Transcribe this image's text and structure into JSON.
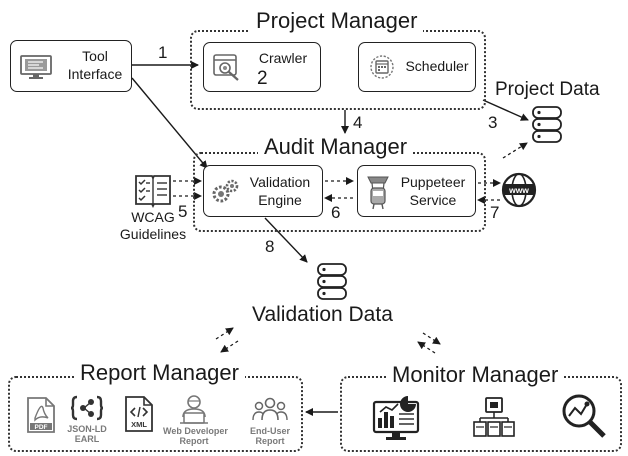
{
  "project_manager": {
    "title": "Project Manager",
    "crawler_label": "Crawler",
    "scheduler_label": "Scheduler"
  },
  "tool_interface": {
    "label_line1": "Tool",
    "label_line2": "Interface"
  },
  "project_data": {
    "label": "Project Data"
  },
  "audit_manager": {
    "title": "Audit Manager",
    "validation_engine_line1": "Validation",
    "validation_engine_line2": "Engine",
    "puppeteer_line1": "Puppeteer",
    "puppeteer_line2": "Service"
  },
  "wcag": {
    "line1": "WCAG",
    "line2": "Guidelines"
  },
  "validation_data": {
    "label": "Validation Data"
  },
  "report_manager": {
    "title": "Report Manager",
    "items": [
      "PDF",
      "JSON-LD EARL",
      "XML",
      "Web Developer Report",
      "End-User Report"
    ]
  },
  "monitor_manager": {
    "title": "Monitor Manager"
  },
  "step_numbers": {
    "n1": "1",
    "n2": "2",
    "n3": "3",
    "n4": "4",
    "n5": "5",
    "n6": "6",
    "n7": "7",
    "n8": "8"
  },
  "icons": [
    "monitor-icon",
    "crawler-icon",
    "scheduler-icon",
    "database-icon",
    "gears-icon",
    "puppeteer-icon",
    "www-icon",
    "checklist-icon",
    "pdf-icon",
    "json-ld-icon",
    "xml-icon",
    "developer-icon",
    "users-icon",
    "dashboard-icon",
    "server-icon",
    "analytics-icon"
  ]
}
